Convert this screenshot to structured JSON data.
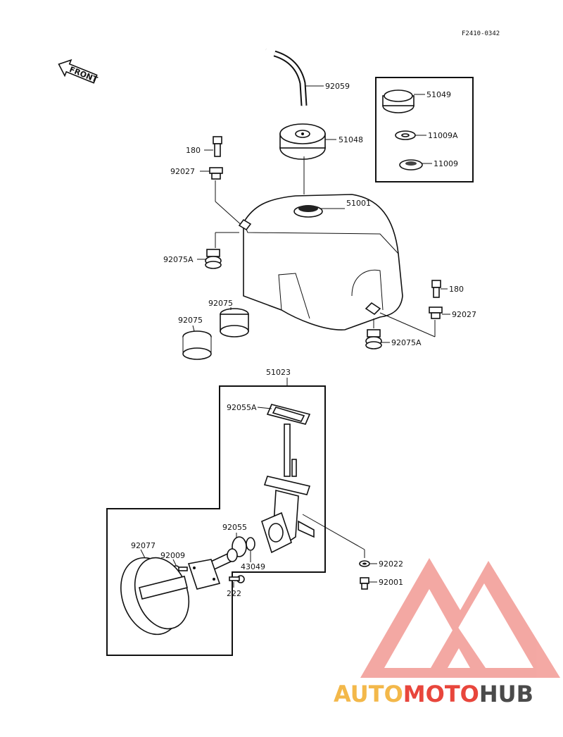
{
  "drawing_code": "F2410-0342",
  "front_arrow_label": "FRONT",
  "labels": {
    "p92059": "92059",
    "p51048": "51048",
    "p51049": "51049",
    "p11009a": "11009A",
    "p11009": "11009",
    "p180a": "180",
    "p92027a": "92027",
    "p51001": "51001",
    "p92075a_left": "92075A",
    "p92075_top": "92075",
    "p92075_left": "92075",
    "p180b": "180",
    "p92027b": "92027",
    "p92075a_right": "92075A",
    "p51023": "51023",
    "p92055a": "92055A",
    "p92055": "92055",
    "p92077": "92077",
    "p92009": "92009",
    "p43049": "43049",
    "p222": "222",
    "p92022": "92022",
    "p92001": "92001"
  },
  "watermark": {
    "part1": "AUTO",
    "part2": "MOTO",
    "part3": "HUB",
    "color_light": "#f3b84a",
    "color_red": "#e8463c",
    "color_dark": "#4a4a4a"
  }
}
